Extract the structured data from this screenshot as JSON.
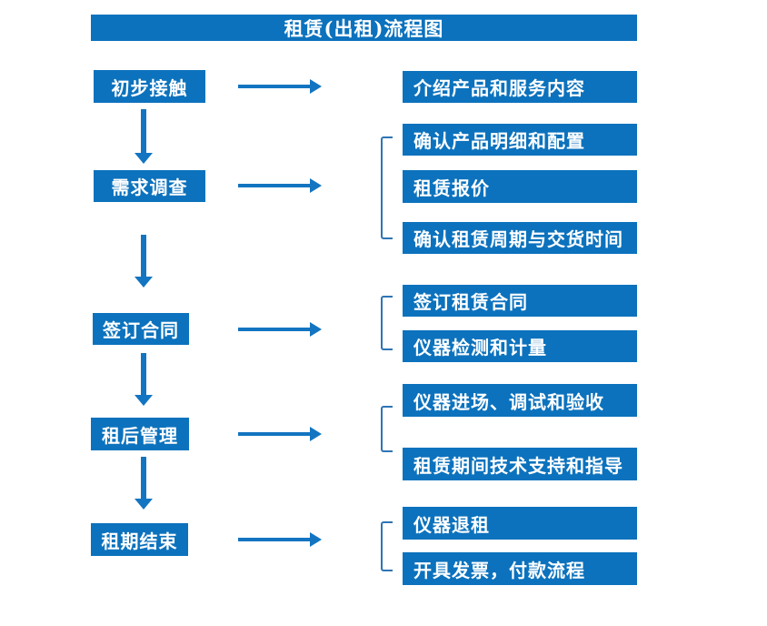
{
  "title": "租赁(出租)流程图",
  "stages": [
    {
      "label": "初步接触",
      "details": [
        "介绍产品和服务内容"
      ]
    },
    {
      "label": "需求调查",
      "details": [
        "确认产品明细和配置",
        "租赁报价",
        "确认租赁周期与交货时间"
      ]
    },
    {
      "label": "签订合同",
      "details": [
        "签订租赁合同",
        "仪器检测和计量"
      ]
    },
    {
      "label": "租后管理",
      "details": [
        "仪器进场、调试和验收",
        "租赁期间技术支持和指导"
      ]
    },
    {
      "label": "租期结束",
      "details": [
        "仪器退租",
        "开具发票，付款流程"
      ]
    }
  ],
  "colors": {
    "box_blue": "#0c72bd",
    "arrow_blue": "#1375c1",
    "bracket_blue": "#2e75b6",
    "text_white": "#ffffff"
  }
}
